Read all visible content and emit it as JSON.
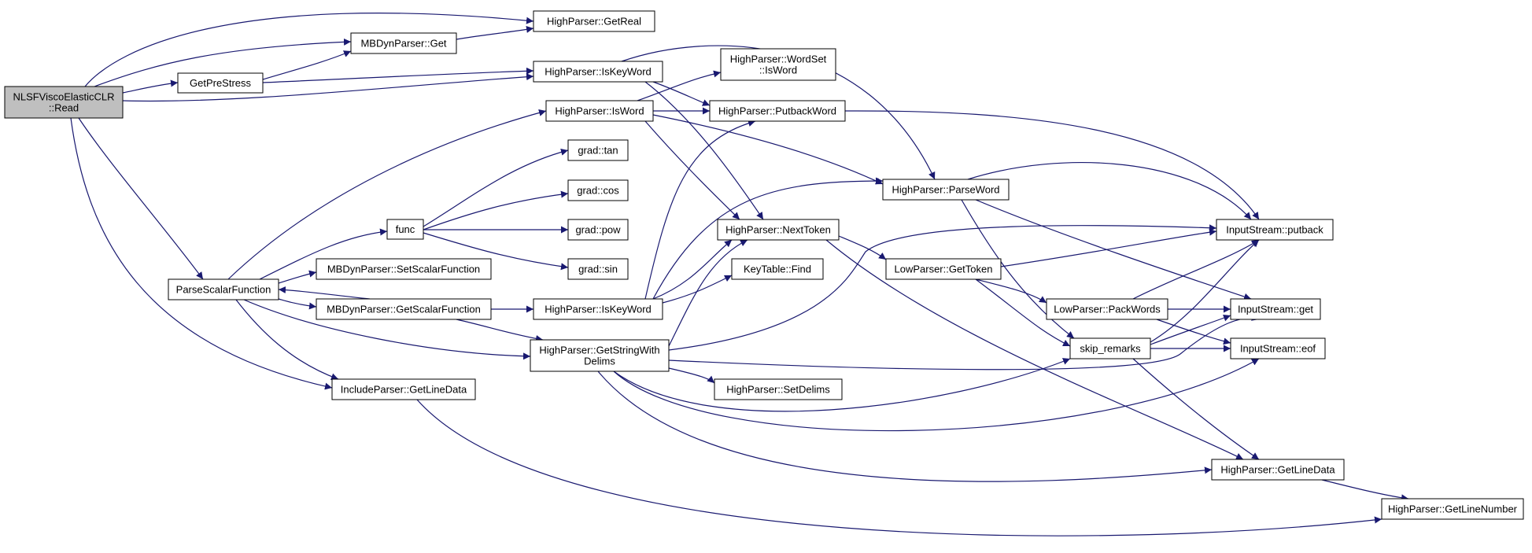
{
  "colors": {
    "edge": "#191970",
    "node_border": "#000000",
    "node_fill": "#ffffff",
    "root_fill": "#bfbfbf"
  },
  "nodes": [
    {
      "id": "root",
      "lines": [
        "NLSFViscoElasticCLR",
        "::Read"
      ],
      "root": true
    },
    {
      "id": "getreal",
      "lines": [
        "HighParser::GetReal"
      ]
    },
    {
      "id": "mbget",
      "lines": [
        "MBDynParser::Get"
      ]
    },
    {
      "id": "getprestress",
      "lines": [
        "GetPreStress"
      ]
    },
    {
      "id": "iskeyword1",
      "lines": [
        "HighParser::IsKeyWord"
      ]
    },
    {
      "id": "wordset",
      "lines": [
        "HighParser::WordSet",
        "::IsWord"
      ]
    },
    {
      "id": "isword",
      "lines": [
        "HighParser::IsWord"
      ]
    },
    {
      "id": "putback",
      "lines": [
        "HighParser::PutbackWord"
      ]
    },
    {
      "id": "tan",
      "lines": [
        "grad::tan"
      ]
    },
    {
      "id": "cos",
      "lines": [
        "grad::cos"
      ]
    },
    {
      "id": "parseword",
      "lines": [
        "HighParser::ParseWord"
      ]
    },
    {
      "id": "func",
      "lines": [
        "func"
      ]
    },
    {
      "id": "pow",
      "lines": [
        "grad::pow"
      ]
    },
    {
      "id": "nexttoken",
      "lines": [
        "HighParser::NextToken"
      ]
    },
    {
      "id": "isputback",
      "lines": [
        "InputStream::putback"
      ]
    },
    {
      "id": "sin",
      "lines": [
        "grad::sin"
      ]
    },
    {
      "id": "find",
      "lines": [
        "KeyTable::Find"
      ]
    },
    {
      "id": "gettoken",
      "lines": [
        "LowParser::GetToken"
      ]
    },
    {
      "id": "parsescalar",
      "lines": [
        "ParseScalarFunction"
      ]
    },
    {
      "id": "setscalar",
      "lines": [
        "MBDynParser::SetScalarFunction"
      ]
    },
    {
      "id": "getscalar",
      "lines": [
        "MBDynParser::GetScalarFunction"
      ]
    },
    {
      "id": "iskeyword2",
      "lines": [
        "HighParser::IsKeyWord"
      ]
    },
    {
      "id": "packwords",
      "lines": [
        "LowParser::PackWords"
      ]
    },
    {
      "id": "isget",
      "lines": [
        "InputStream::get"
      ]
    },
    {
      "id": "skipremarks",
      "lines": [
        "skip_remarks"
      ]
    },
    {
      "id": "iseof",
      "lines": [
        "InputStream::eof"
      ]
    },
    {
      "id": "getstring",
      "lines": [
        "HighParser::GetStringWith",
        "Delims"
      ]
    },
    {
      "id": "includeline",
      "lines": [
        "IncludeParser::GetLineData"
      ]
    },
    {
      "id": "setdelims",
      "lines": [
        "HighParser::SetDelims"
      ]
    },
    {
      "id": "hpgetline",
      "lines": [
        "HighParser::GetLineData"
      ]
    },
    {
      "id": "getlinenumber",
      "lines": [
        "HighParser::GetLineNumber"
      ]
    }
  ]
}
